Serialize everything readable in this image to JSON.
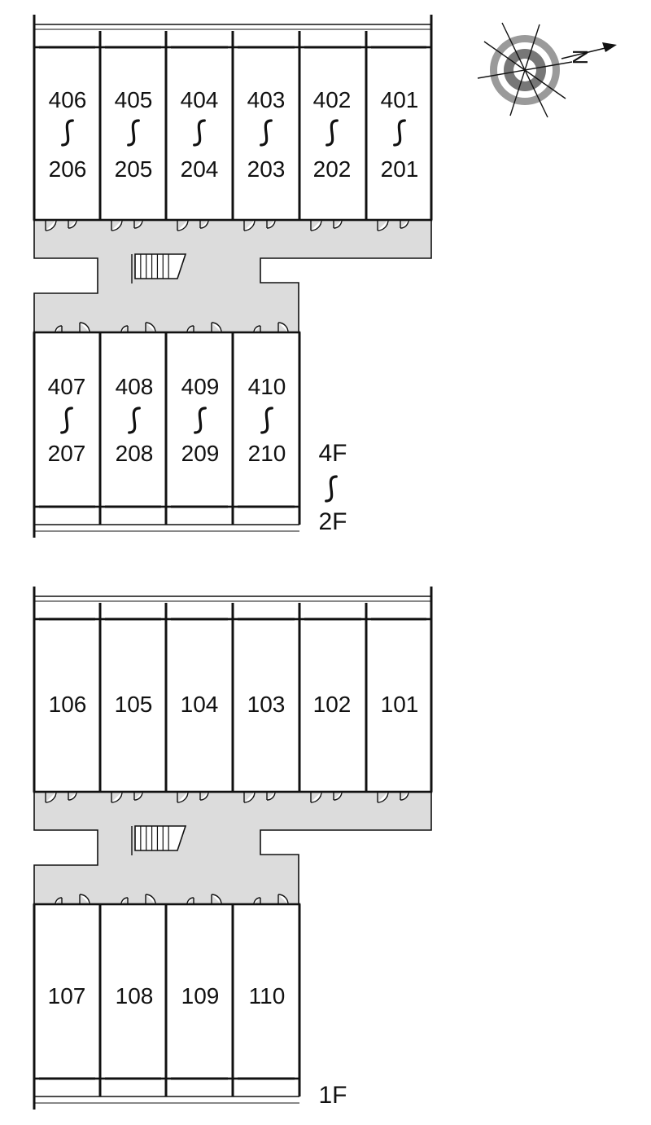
{
  "compass": {
    "north_letter": "N"
  },
  "upper_block": {
    "range_symbol": "∫",
    "row_top": [
      {
        "upper": "406",
        "lower": "206"
      },
      {
        "upper": "405",
        "lower": "205"
      },
      {
        "upper": "404",
        "lower": "204"
      },
      {
        "upper": "403",
        "lower": "203"
      },
      {
        "upper": "402",
        "lower": "202"
      },
      {
        "upper": "401",
        "lower": "201"
      }
    ],
    "row_bottom": [
      {
        "upper": "407",
        "lower": "207"
      },
      {
        "upper": "408",
        "lower": "208"
      },
      {
        "upper": "409",
        "lower": "209"
      },
      {
        "upper": "410",
        "lower": "210"
      }
    ],
    "floor_label": {
      "top": "4F",
      "bottom": "2F"
    }
  },
  "lower_block": {
    "row_top": [
      "106",
      "105",
      "104",
      "103",
      "102",
      "101"
    ],
    "row_bottom": [
      "107",
      "108",
      "109",
      "110"
    ],
    "floor_label": "1F"
  },
  "colors": {
    "corridor": "#dcdcdc",
    "wall": "#111111",
    "background": "#ffffff"
  }
}
